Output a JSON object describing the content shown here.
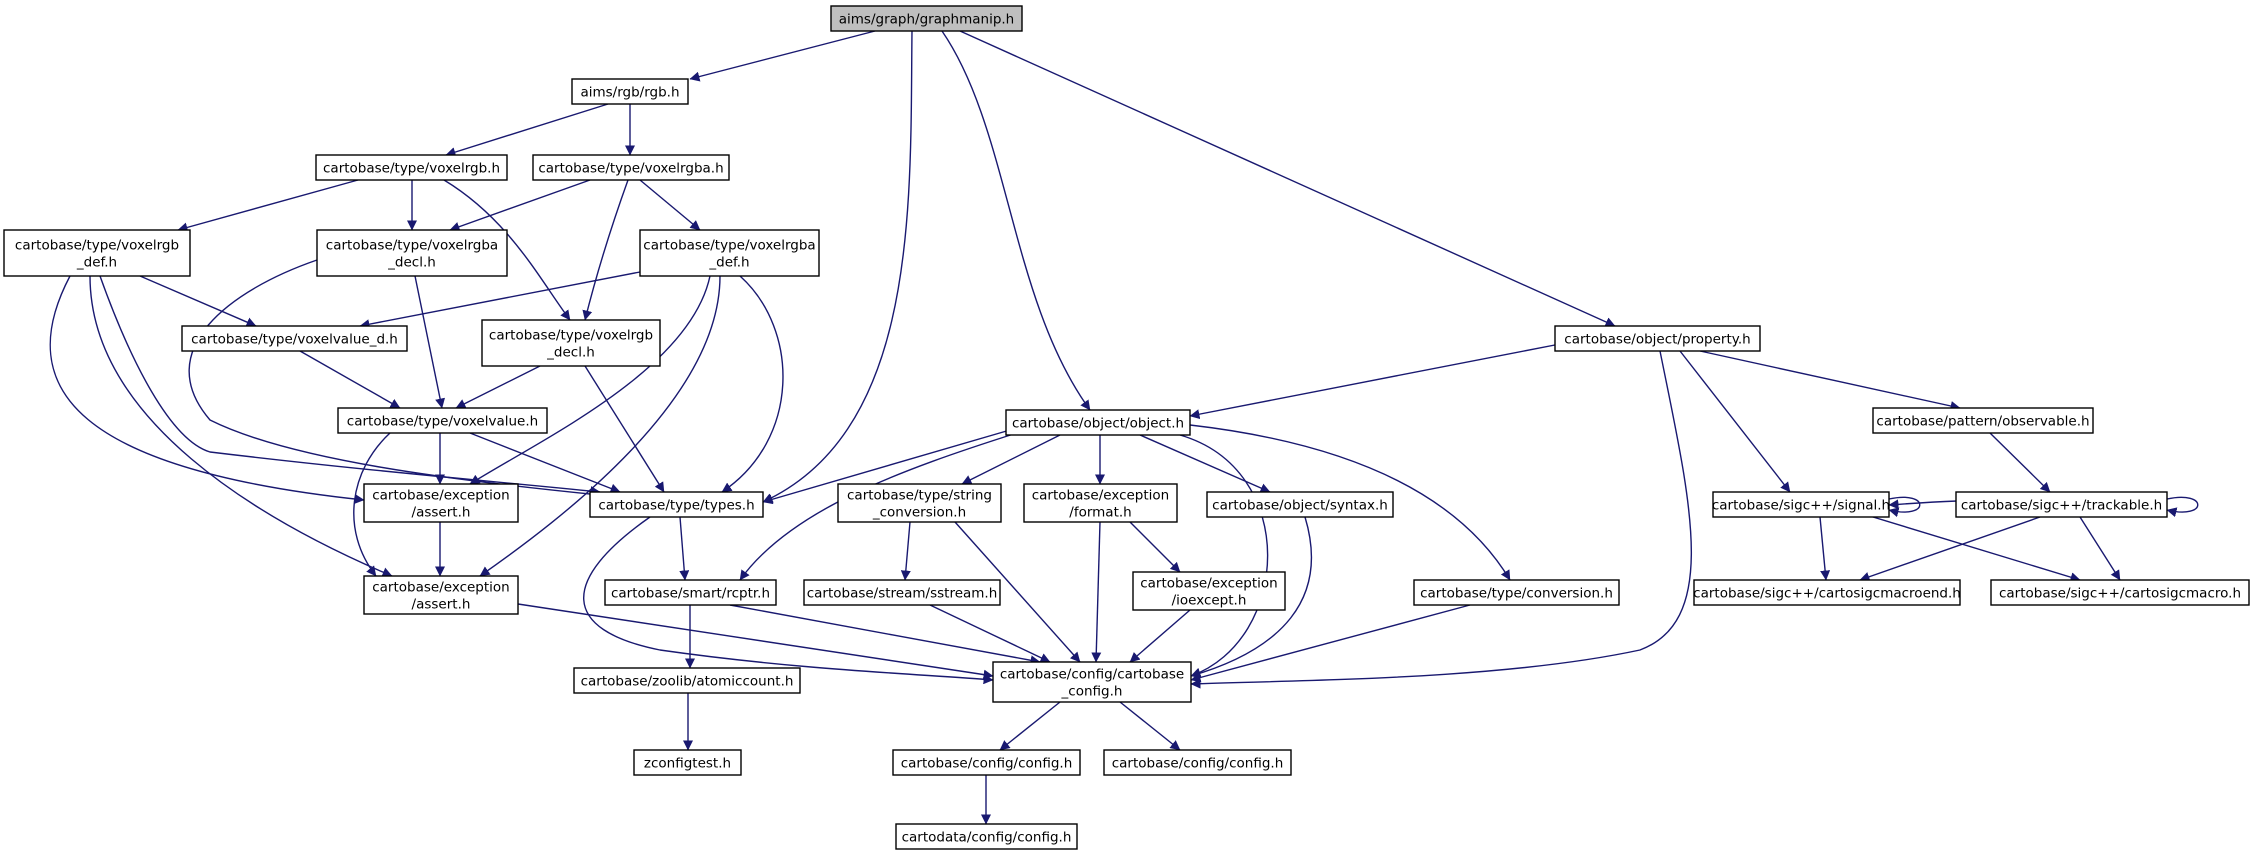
{
  "graph": {
    "title": "aims/graph/graphmanip.h",
    "colors": {
      "edge": "#191970",
      "root_fill": "#bfbfbf",
      "node_fill": "#ffffff",
      "border": "#000000"
    },
    "nodes": [
      {
        "id": "graphmanip",
        "lines": [
          "aims/graph/graphmanip.h"
        ],
        "root": true
      },
      {
        "id": "rgb",
        "lines": [
          "aims/rgb/rgb.h"
        ]
      },
      {
        "id": "voxelrgb",
        "lines": [
          "cartobase/type/voxelrgb.h"
        ]
      },
      {
        "id": "voxelrgba",
        "lines": [
          "cartobase/type/voxelrgba.h"
        ]
      },
      {
        "id": "voxelrgb_def",
        "lines": [
          "cartobase/type/voxelrgb",
          "_def.h"
        ]
      },
      {
        "id": "voxelrgba_decl",
        "lines": [
          "cartobase/type/voxelrgba",
          "_decl.h"
        ]
      },
      {
        "id": "voxelrgba_def",
        "lines": [
          "cartobase/type/voxelrgba",
          "_def.h"
        ]
      },
      {
        "id": "voxelvalue_d",
        "lines": [
          "cartobase/type/voxelvalue_d.h"
        ]
      },
      {
        "id": "voxelrgb_decl",
        "lines": [
          "cartobase/type/voxelrgb",
          "_decl.h"
        ]
      },
      {
        "id": "voxelvalue",
        "lines": [
          "cartobase/type/voxelvalue.h"
        ]
      },
      {
        "id": "assert1",
        "lines": [
          "cartobase/exception",
          "/assert.h"
        ]
      },
      {
        "id": "types",
        "lines": [
          "cartobase/type/types.h"
        ]
      },
      {
        "id": "assert2",
        "lines": [
          "cartobase/exception",
          "/assert.h"
        ]
      },
      {
        "id": "rcptr",
        "lines": [
          "cartobase/smart/rcptr.h"
        ]
      },
      {
        "id": "atomiccount",
        "lines": [
          "cartobase/zoolib/atomiccount.h"
        ]
      },
      {
        "id": "zconfigtest",
        "lines": [
          "zconfigtest.h"
        ]
      },
      {
        "id": "object",
        "lines": [
          "cartobase/object/object.h"
        ]
      },
      {
        "id": "string_conv",
        "lines": [
          "cartobase/type/string",
          "_conversion.h"
        ]
      },
      {
        "id": "exc_format",
        "lines": [
          "cartobase/exception",
          "/format.h"
        ]
      },
      {
        "id": "syntax",
        "lines": [
          "cartobase/object/syntax.h"
        ]
      },
      {
        "id": "sstream",
        "lines": [
          "cartobase/stream/sstream.h"
        ]
      },
      {
        "id": "ioexcept",
        "lines": [
          "cartobase/exception",
          "/ioexcept.h"
        ]
      },
      {
        "id": "conversion",
        "lines": [
          "cartobase/type/conversion.h"
        ]
      },
      {
        "id": "cartobase_config",
        "lines": [
          "cartobase/config/cartobase",
          "_config.h"
        ]
      },
      {
        "id": "config1",
        "lines": [
          "cartobase/config/config.h"
        ]
      },
      {
        "id": "config2",
        "lines": [
          "cartobase/config/config.h"
        ]
      },
      {
        "id": "cartodata_config",
        "lines": [
          "cartodata/config/config.h"
        ]
      },
      {
        "id": "property",
        "lines": [
          "cartobase/object/property.h"
        ]
      },
      {
        "id": "observable",
        "lines": [
          "cartobase/pattern/observable.h"
        ]
      },
      {
        "id": "signal",
        "lines": [
          "cartobase/sigc++/signal.h"
        ]
      },
      {
        "id": "trackable",
        "lines": [
          "cartobase/sigc++/trackable.h"
        ]
      },
      {
        "id": "macroend",
        "lines": [
          "cartobase/sigc++/cartosigcmacroend.h"
        ]
      },
      {
        "id": "macro",
        "lines": [
          "cartobase/sigc++/cartosigcmacro.h"
        ]
      }
    ]
  }
}
